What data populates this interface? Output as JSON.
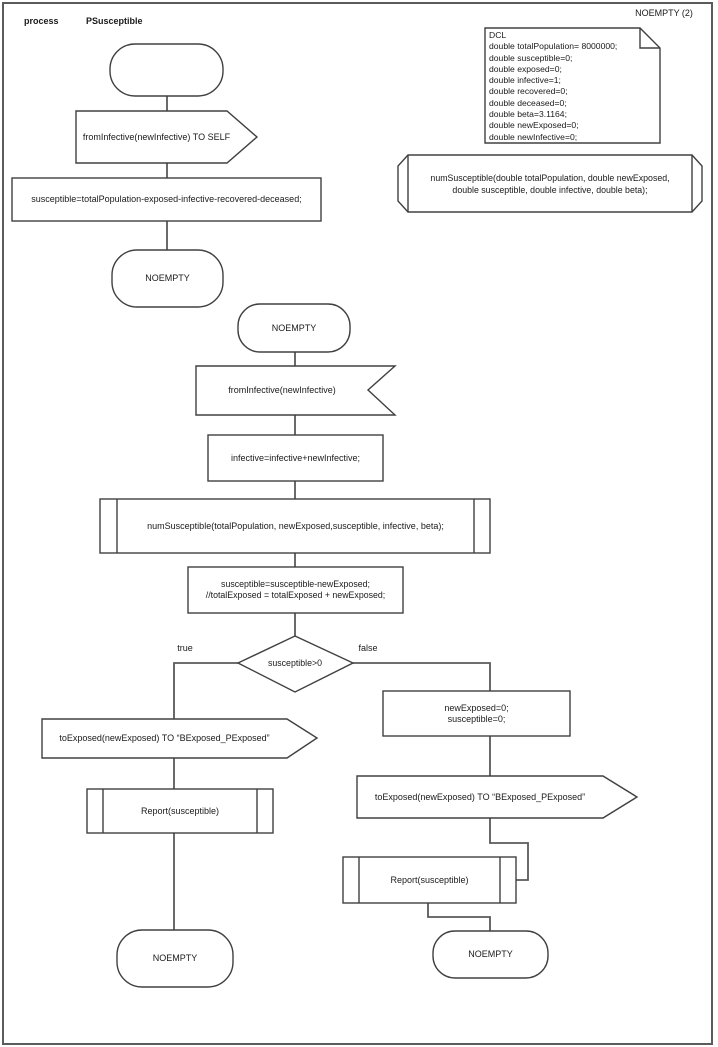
{
  "header": {
    "process_label": "process",
    "process_name": "PSusceptible"
  },
  "page_label": "NOEMPTY (2)",
  "declarations": {
    "lines": [
      "DCL",
      "double totalPopulation= 8000000;",
      "double susceptible=0;",
      "double exposed=0;",
      "double infective=1;",
      "double recovered=0;",
      "double deceased=0;",
      "double beta=3.1164;",
      "double newExposed=0;",
      "double newInfective=0;"
    ]
  },
  "procedure_declaration": {
    "lines": [
      "numSusceptible(double totalPopulation, double newExposed,",
      "double susceptible, double infective, double beta);"
    ]
  },
  "chain1": {
    "output_to_self": "fromInfective(newInfective) TO SELF",
    "task": "susceptible=totalPopulation-exposed-infective-recovered-deceased;",
    "next_state": "NOEMPTY"
  },
  "chain2": {
    "state": "NOEMPTY",
    "input": "fromInfective(newInfective)",
    "task_infective": "infective=infective+newInfective;",
    "call": "numSusceptible(totalPopulation, newExposed,susceptible, infective, beta);",
    "task_susceptible": {
      "lines": [
        "susceptible=susceptible-newExposed;",
        "//totalExposed = totalExposed + newExposed;"
      ]
    },
    "decision": "susceptible>0",
    "true_label": "true",
    "false_label": "false",
    "true_branch": {
      "output": "toExposed(newExposed) TO “BExposed_PExposed”",
      "call": "Report(susceptible)",
      "next_state": "NOEMPTY"
    },
    "false_branch": {
      "task": {
        "lines": [
          "newExposed=0;",
          "susceptible=0;"
        ]
      },
      "output": "toExposed(newExposed) TO “BExposed_PExposed”",
      "call": "Report(susceptible)",
      "next_state": "NOEMPTY"
    }
  }
}
